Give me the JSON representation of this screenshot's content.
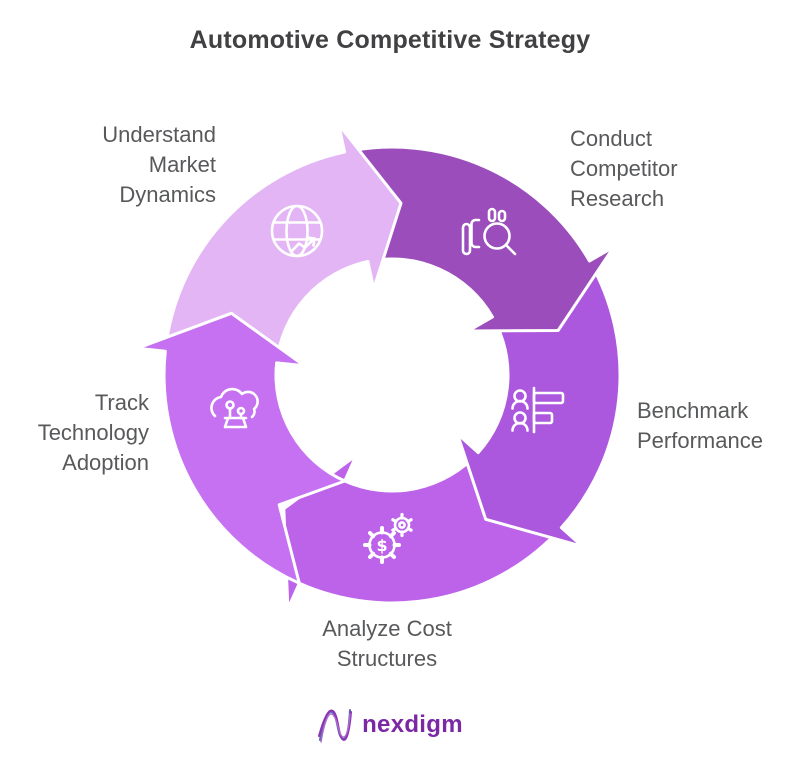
{
  "title": "Automotive Competitive Strategy",
  "cycle": {
    "direction": "clockwise",
    "steps": [
      {
        "name": "understand-market-dynamics",
        "label": "Understand Market Dynamics",
        "lines": [
          "Understand",
          "Market",
          "Dynamics"
        ],
        "icon": "globe-trend-icon",
        "color": "#E3B5F5"
      },
      {
        "name": "conduct-competitor-research",
        "label": "Conduct Competitor Research",
        "lines": [
          "Conduct",
          "Competitor",
          "Research"
        ],
        "icon": "bar-chart-magnifier-icon",
        "color": "#9B4DBB"
      },
      {
        "name": "benchmark-performance",
        "label": "Benchmark Performance",
        "lines": [
          "Benchmark",
          "Performance"
        ],
        "icon": "people-benchmark-icon",
        "color": "#AC58DE"
      },
      {
        "name": "analyze-cost-structures",
        "label": "Analyze Cost Structures",
        "lines": [
          "Analyze Cost",
          "Structures"
        ],
        "icon": "gears-dollar-icon",
        "gear_symbol": "$",
        "color": "#BC63EA"
      },
      {
        "name": "track-technology-adoption",
        "label": "Track Technology Adoption",
        "lines": [
          "Track",
          "Technology",
          "Adoption"
        ],
        "icon": "cloud-technology-icon",
        "color": "#C571F1"
      }
    ]
  },
  "brand": {
    "name": "nexdigm",
    "text_color": "#7B28A5",
    "mark": "wave-n-logo-mark"
  },
  "colors": {
    "title_text": "#414042",
    "label_text": "#58595B",
    "segment_outline": "#FFFFFF",
    "background": "#FFFFFF"
  }
}
